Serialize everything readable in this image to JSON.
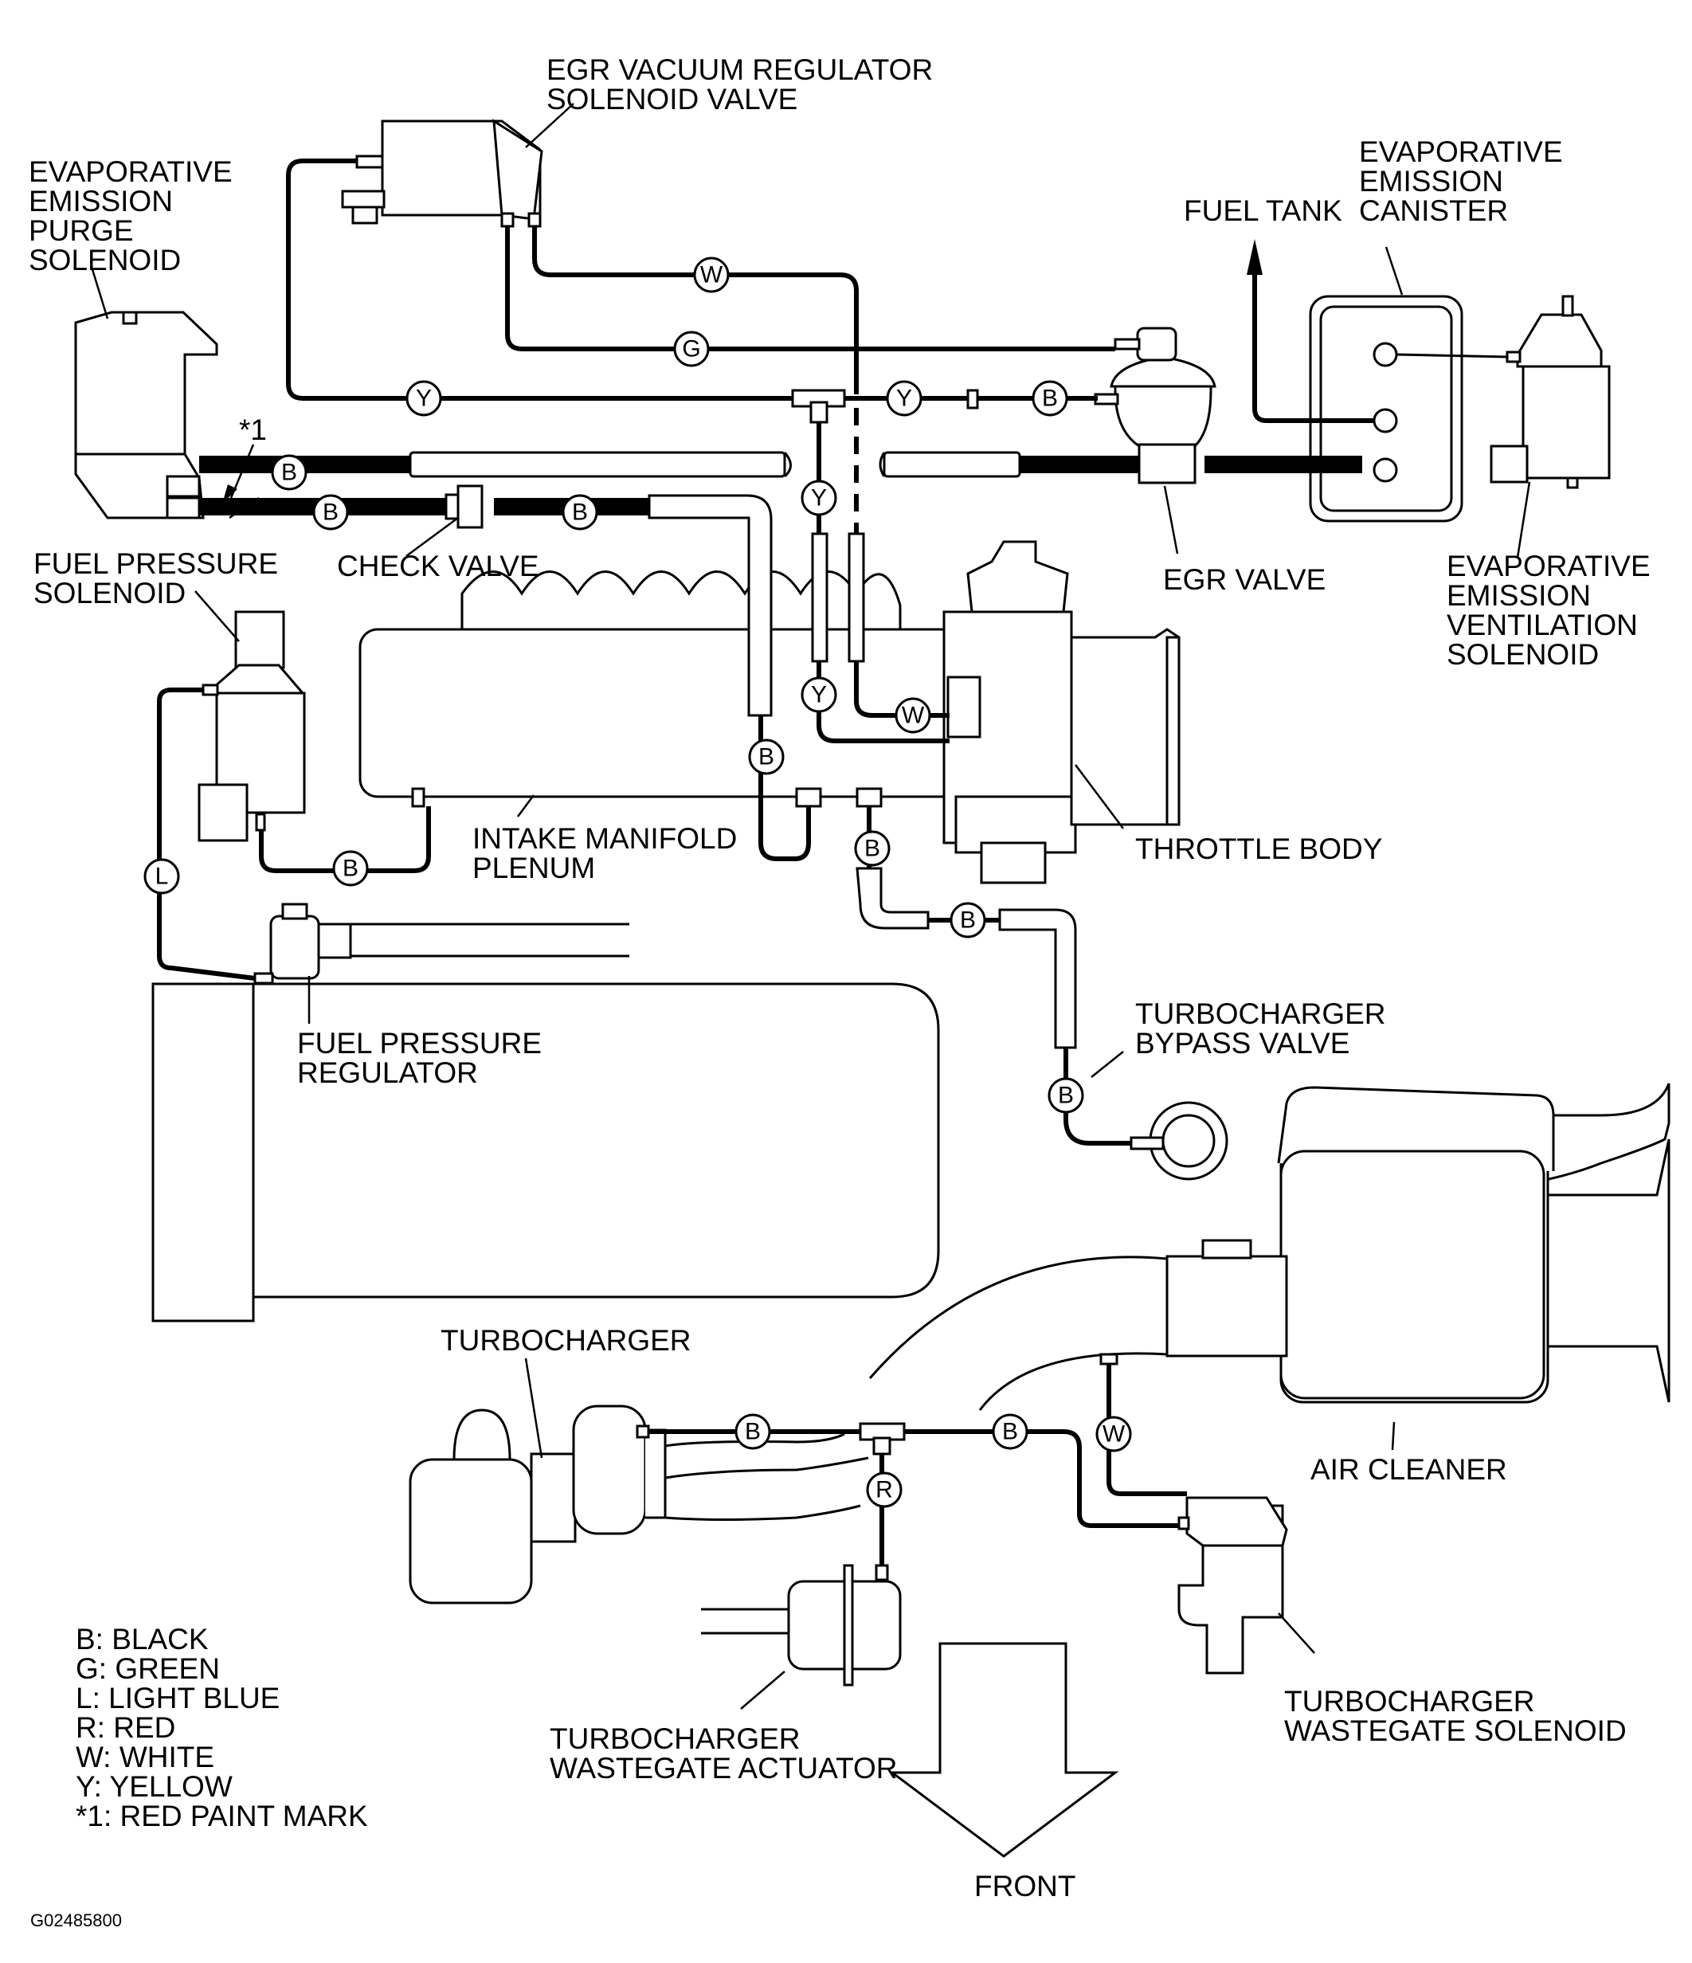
{
  "components": {
    "egr_vacuum_regulator": [
      "EGR VACUUM REGULATOR",
      "SOLENOID VALVE"
    ],
    "evap_purge_solenoid": [
      "EVAPORATIVE",
      "EMISSION",
      "PURGE",
      "SOLENOID"
    ],
    "fuel_tank": "FUEL TANK",
    "evap_canister": [
      "EVAPORATIVE",
      "EMISSION",
      "CANISTER"
    ],
    "check_valve": "CHECK VALVE",
    "egr_valve": "EGR VALVE",
    "evap_ventilation_solenoid": [
      "EVAPORATIVE",
      "EMISSION",
      "VENTILATION",
      "SOLENOID"
    ],
    "fuel_pressure_solenoid": [
      "FUEL PRESSURE",
      "SOLENOID"
    ],
    "intake_manifold_plenum": [
      "INTAKE MANIFOLD",
      "PLENUM"
    ],
    "throttle_body": "THROTTLE BODY",
    "fuel_pressure_regulator": [
      "FUEL PRESSURE",
      "REGULATOR"
    ],
    "turbo_bypass_valve": [
      "TURBOCHARGER",
      "BYPASS VALVE"
    ],
    "turbocharger": "TURBOCHARGER",
    "air_cleaner": "AIR CLEANER",
    "wastegate_actuator": [
      "TURBOCHARGER",
      "WASTEGATE ACTUATOR"
    ],
    "wastegate_solenoid": [
      "TURBOCHARGER",
      "WASTEGATE SOLENOID"
    ],
    "front": "FRONT"
  },
  "paint_mark": "*1",
  "hose_codes": {
    "b": "B",
    "g": "G",
    "l": "L",
    "r": "R",
    "w": "W",
    "y": "Y"
  },
  "legend": [
    "B: BLACK",
    "G: GREEN",
    "L: LIGHT BLUE",
    "R: RED",
    "W: WHITE",
    "Y: YELLOW",
    "*1: RED PAINT MARK"
  ],
  "figure_id": "G02485800"
}
